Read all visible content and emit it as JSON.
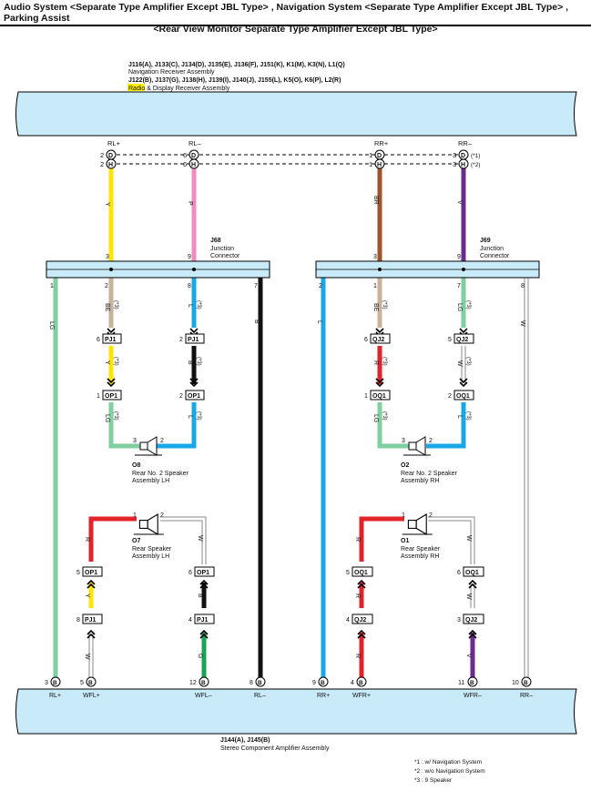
{
  "header": {
    "line1": "Audio System <Separate Type Amplifier Except JBL Type> , Navigation System <Separate Type Amplifier Except JBL Type> , Parking Assist",
    "line2": "<Rear View Monitor Separate Type Amplifier Except JBL Type>"
  },
  "receiver": {
    "codes_nav": "J116(A), J133(C), J134(D), J135(E), J136(F), J151(K), K1(M), K3(N), L1(Q)",
    "name_nav": "Navigation Receiver Assembly",
    "codes_radio": "J122(B), J137(G), J138(H), J139(I), J140(J), J155(L), K5(O), K6(P), L2(R)",
    "name_radio_hl": "Radio",
    "name_radio_rest": " & Display Receiver Assembly",
    "labels": [
      "RL+",
      "RL–",
      "RR+",
      "RR–"
    ],
    "note1": "(*1)",
    "note2": "(*2)"
  },
  "j68": {
    "code": "J68",
    "name1": "Junction",
    "name2": "Connector"
  },
  "j69": {
    "code": "J69",
    "name1": "Junction",
    "name2": "Connector"
  },
  "o8": {
    "code": "O8",
    "name1": "Rear No. 2 Speaker",
    "name2": "Assembly LH"
  },
  "o2": {
    "code": "O2",
    "name1": "Rear No. 2 Speaker",
    "name2": "Assembly RH"
  },
  "o7": {
    "code": "O7",
    "name1": "Rear Speaker",
    "name2": "Assembly LH"
  },
  "o1": {
    "code": "O1",
    "name1": "Rear Speaker",
    "name2": "Assembly RH"
  },
  "amplifier": {
    "codes": "J144(A), J145(B)",
    "name": "Stereo Component Amplifier Assembly",
    "labels": [
      "RL+",
      "WFL+",
      "WFL–",
      "RL–",
      "RR+",
      "WFR+",
      "WFR–",
      "RR–"
    ]
  },
  "connectors": {
    "pj1": "PJ1",
    "op1": "OP1",
    "qj2": "QJ2",
    "oq1": "OQ1"
  },
  "wire_colors": {
    "y": "Y",
    "p": "P",
    "br": "BR",
    "v": "V",
    "lg": "LG",
    "be": "BE",
    "l": "L",
    "b": "B",
    "w": "W",
    "r": "R",
    "g": "G"
  },
  "star3": "(*3)",
  "legend": [
    "*1 : w/ Navigation System",
    "*2 : w/o Navigation System",
    "*3 : 9 Speaker"
  ],
  "colors": {
    "module_fill": "#c9ebf9",
    "yellow": "#ffe600",
    "pink": "#f28cbf",
    "brown": "#a0522d",
    "violet": "#6a2b8e",
    "light_green": "#7fcf9f",
    "beige": "#c8b39a",
    "blue": "#1aa7e8",
    "black": "#111111",
    "red": "#e2232a",
    "green": "#1aa352",
    "white": "#ffffff"
  }
}
